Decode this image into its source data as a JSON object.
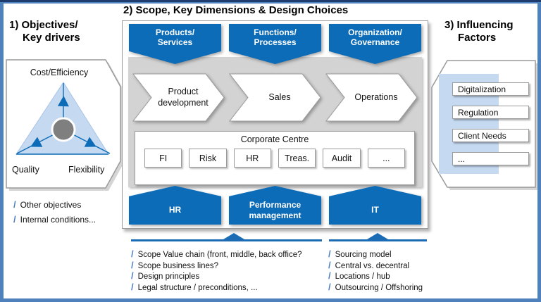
{
  "ui": {
    "slash": "/"
  },
  "colors": {
    "accent_blue": "#0d6cb8",
    "frame_blue": "#4f81bd",
    "light_blue": "#c5d9f1",
    "panel_gray": "#d3d3d3",
    "circle_gray": "#7f7f7f",
    "line_blue": "#1b6cb5"
  },
  "objectives": {
    "heading": "1) Objectives/\nKey drivers",
    "triangle_top": "Cost/Efficiency",
    "triangle_bottom_left": "Quality",
    "triangle_bottom_right": "Flexibility",
    "notes": [
      "Other objectives",
      "Internal conditions..."
    ]
  },
  "scope": {
    "title": "2) Scope, Key Dimensions & Design Choices",
    "top_banners": [
      "Products/\nServices",
      "Functions/\nProcesses",
      "Organization/\nGovernance"
    ],
    "value_chain": [
      "Product\ndevelopment",
      "Sales",
      "Operations"
    ],
    "corporate_centre": {
      "title": "Corporate Centre",
      "units": [
        "FI",
        "Risk",
        "HR",
        "Treas.",
        "Audit",
        "..."
      ]
    },
    "bottom_banners": [
      "HR",
      "Performance\nmanagement",
      "IT"
    ],
    "notes_left": [
      "Scope Value chain (front, middle, back office?",
      "Scope business lines?",
      "Design principles",
      "Legal structure / preconditions, ..."
    ],
    "notes_right": [
      "Sourcing model",
      "Central vs. decentral",
      "Locations / hub",
      "Outsourcing / Offshoring"
    ]
  },
  "influencing": {
    "heading": "3) Influencing\nFactors",
    "factors": [
      "Digitalization",
      "Regulation",
      "Client Needs",
      "..."
    ]
  }
}
